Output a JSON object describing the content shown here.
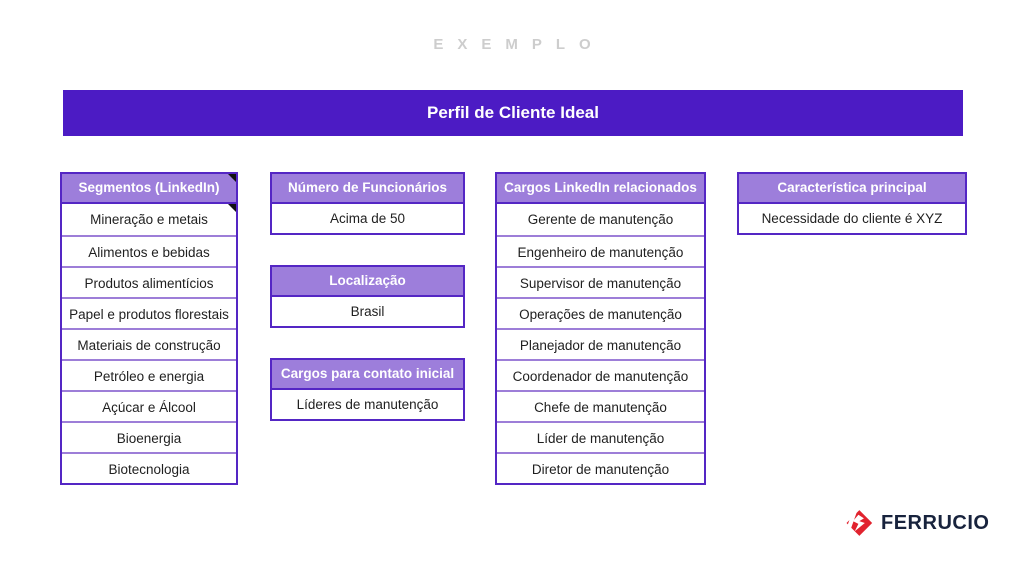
{
  "watermark": "EXEMPLO",
  "banner": {
    "title": "Perfil de Cliente Ideal"
  },
  "tables": {
    "segments": {
      "header": "Segmentos (LinkedIn)",
      "rows": [
        "Mineração e metais",
        "Alimentos e bebidas",
        "Produtos alimentícios",
        "Papel e produtos florestais",
        "Materiais de construção",
        "Petróleo e energia",
        "Açúcar e Álcool",
        "Bioenergia",
        "Biotecnologia"
      ]
    },
    "employees": {
      "header": "Número de Funcionários",
      "rows": [
        "Acima de 50"
      ]
    },
    "location": {
      "header": "Localização",
      "rows": [
        "Brasil"
      ]
    },
    "initial_contact": {
      "header": "Cargos para contato inicial",
      "rows": [
        "Líderes de manutenção"
      ]
    },
    "related_roles": {
      "header": "Cargos LinkedIn relacionados",
      "rows": [
        "Gerente de manutenção",
        "Engenheiro de manutenção",
        "Supervisor de manutenção",
        "Operações de manutenção",
        "Planejador de manutenção",
        "Coordenador de manutenção",
        "Chefe de manutenção",
        "Líder de manutenção",
        "Diretor de manutenção"
      ]
    },
    "main_characteristic": {
      "header": "Característica principal",
      "rows": [
        "Necessidade do cliente é XYZ"
      ]
    }
  },
  "logo": {
    "text": "FERRUCIO",
    "icon": "ferrucio-diamond-icon"
  },
  "colors": {
    "banner_bg": "#4C1BC4",
    "table_header_bg": "#9D7EDB",
    "table_outer_border": "#5426C4",
    "row_divider": "#9D7ED8",
    "watermark_text": "#CDCDCD",
    "logo_text": "#18233D",
    "logo_red": "#E1232E",
    "comment_marker": "#111111"
  }
}
